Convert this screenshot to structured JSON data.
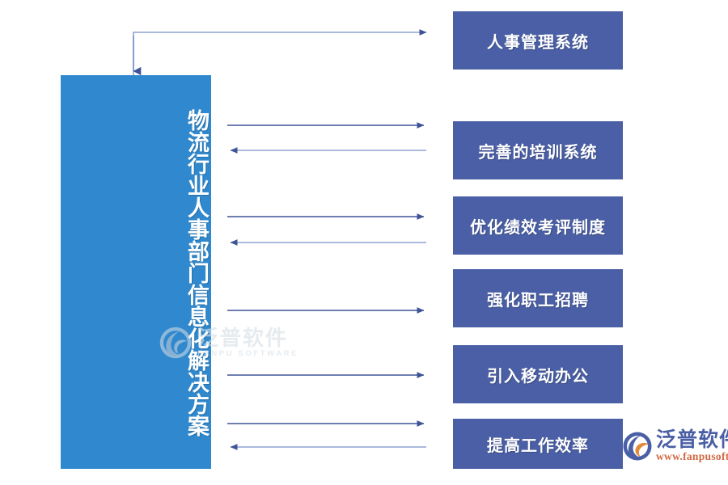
{
  "colors": {
    "background": "#ffffff",
    "main_box": "#3089ce",
    "out_box": "#4a5fa5",
    "arrow_dark": "#3f5496",
    "arrow_light": "#8fa2d4",
    "logo_blue": "#4a5fa5",
    "logo_orange": "#d06a44",
    "watermark_gray": "#d8dfe6"
  },
  "diagram": {
    "main_box": {
      "label": "物流行业人事部门信息化解决方案",
      "orientation": "vertical"
    },
    "outcome_boxes": [
      {
        "id": "hr-management-system",
        "label": "人事管理系统"
      },
      {
        "id": "training-system",
        "label": "完善的培训系统"
      },
      {
        "id": "performance-review",
        "label": "优化绩效考评制度"
      },
      {
        "id": "recruitment",
        "label": "强化职工招聘"
      },
      {
        "id": "mobile-office",
        "label": "引入移动办公"
      },
      {
        "id": "work-efficiency",
        "label": "提高工作效率"
      }
    ],
    "connectors": [
      {
        "id": "conn-hr-management-system",
        "shape": "elbow",
        "direction": "both"
      },
      {
        "id": "conn-training-system",
        "shape": "straight",
        "direction": "bidirectional"
      },
      {
        "id": "conn-performance-review",
        "shape": "straight",
        "direction": "bidirectional"
      },
      {
        "id": "conn-recruitment",
        "shape": "straight",
        "direction": "right"
      },
      {
        "id": "conn-mobile-office",
        "shape": "straight",
        "direction": "right"
      },
      {
        "id": "conn-work-efficiency",
        "shape": "straight",
        "direction": "bidirectional"
      }
    ]
  },
  "watermark": {
    "cn": "泛普软件",
    "en": "FANPU SOFTWARE"
  },
  "logo": {
    "cn": "泛普软件",
    "url": "www.fanpusoft.com"
  }
}
